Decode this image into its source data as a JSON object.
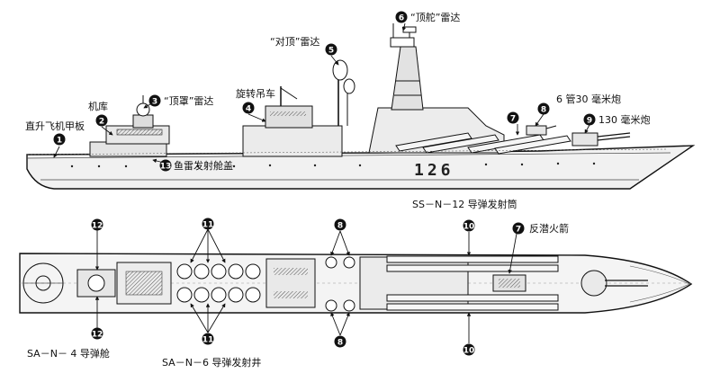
{
  "side_view": {
    "labels": {
      "helideck": "直升飞机甲板",
      "hangar": "机库",
      "top_bowl_radar": "“顶罩”雷达",
      "rotating_crane": "旋转吊车",
      "top_pair_radar": "“对顶”雷达",
      "top_steer_radar": "“顶舵”雷达",
      "gun_30mm": "6 管30 毫米炮",
      "gun_130mm": "130 毫米炮",
      "torpedo_cover": "鱼雷发射舱盖",
      "ssn12_launcher": "SS－N－12 导弹发射筒"
    },
    "hull_number": "126"
  },
  "top_view": {
    "labels": {
      "asw_rocket": "反潜火箭",
      "sa_n_4": "SA－N－ 4 导弹舱",
      "sa_n_6": "SA－N－6 导弹发射井"
    }
  },
  "markers": [
    "1",
    "2",
    "3",
    "4",
    "5",
    "6",
    "7",
    "8",
    "9",
    "10",
    "11",
    "12",
    "13"
  ]
}
